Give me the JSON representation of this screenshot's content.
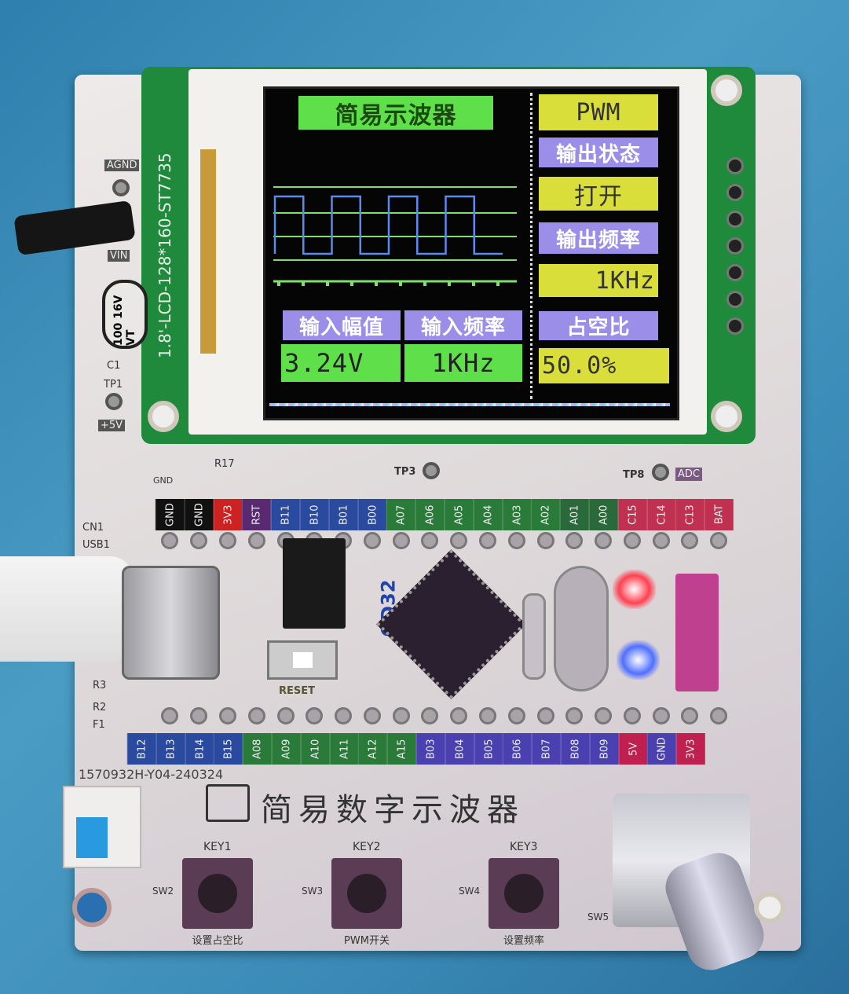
{
  "lcd_module": {
    "label": "1.8'-LCD-128*160-ST7735"
  },
  "screen": {
    "title": "简易示波器",
    "right_panel": [
      {
        "text": "PWM",
        "style": "yellow"
      },
      {
        "text": "输出状态",
        "style": "purple"
      },
      {
        "text": "打开",
        "style": "yellow"
      },
      {
        "text": "输出频率",
        "style": "purple"
      },
      {
        "text": "1KHz",
        "style": "yellow"
      },
      {
        "text": "占空比",
        "style": "purple"
      },
      {
        "text": "50.0%",
        "style": "yellow"
      }
    ],
    "input_amplitude_label": "输入幅值",
    "input_amplitude_value": "3.24V",
    "input_frequency_label": "输入频率",
    "input_frequency_value": "1KHz",
    "waveform": {
      "type": "square",
      "duty_cycle": 0.5,
      "cycles_shown": 4
    },
    "colors": {
      "wave": "#5a8cf0",
      "grid": "#7de06a",
      "yellow": "#d9de3a",
      "purple": "#9a8ee8",
      "green": "#5fe04a"
    }
  },
  "board": {
    "title": "简易数字示波器",
    "left_labels": [
      "AGND",
      "VIN",
      "C1",
      "TP1",
      "+5V",
      "CN1",
      "USB1",
      "R3",
      "R2",
      "F1",
      "R17",
      "GND"
    ],
    "capacitor": "100 16V VT",
    "serial": "1570932H-Y04-240324",
    "test_points": [
      "TP3",
      "TP8",
      "ADC"
    ],
    "mcu_brand": "GD32",
    "reset_label": "RESET",
    "top_pins": [
      "GND",
      "GND",
      "3V3",
      "RST",
      "B11",
      "B10",
      "B01",
      "B00",
      "A07",
      "A06",
      "A05",
      "A04",
      "A03",
      "A02",
      "A01",
      "A00",
      "C15",
      "C14",
      "C13",
      "BAT"
    ],
    "bottom_pins": [
      "B12",
      "B13",
      "B14",
      "B15",
      "A08",
      "A09",
      "A10",
      "A11",
      "A12",
      "A15",
      "B03",
      "B04",
      "B05",
      "B06",
      "B07",
      "B08",
      "B09",
      "5V",
      "GND",
      "3V3"
    ],
    "keys": [
      {
        "name": "KEY1",
        "sw": "SW2",
        "function": "设置占空比"
      },
      {
        "name": "KEY2",
        "sw": "SW3",
        "function": "PWM开关"
      },
      {
        "name": "KEY3",
        "sw": "SW4",
        "function": "设置频率"
      }
    ],
    "encoder_label": "SW5"
  }
}
